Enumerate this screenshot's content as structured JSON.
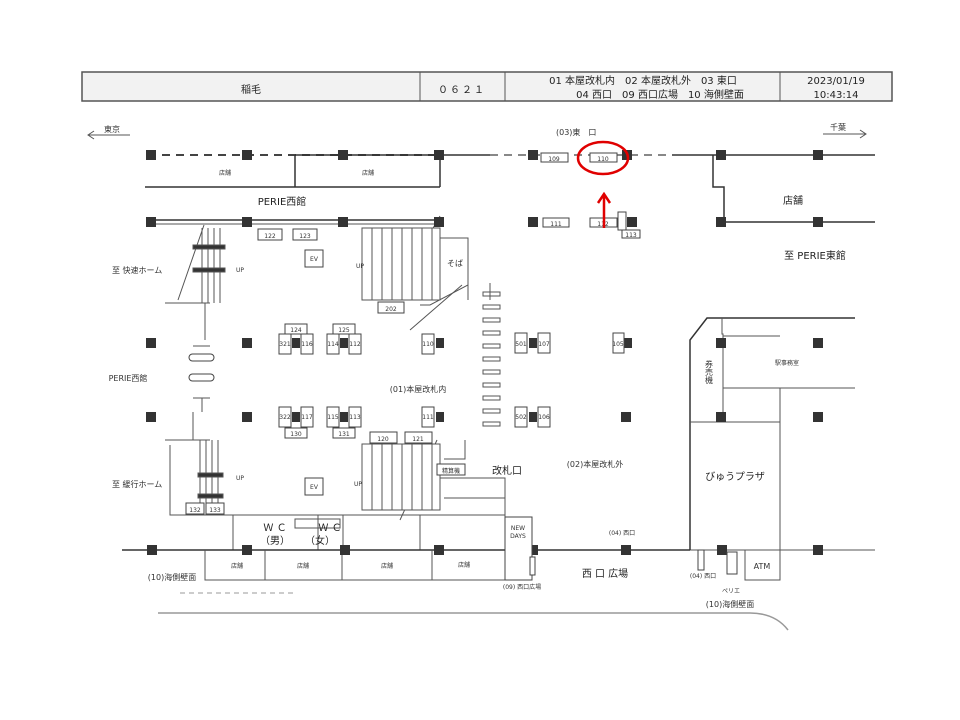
{
  "header": {
    "station": "稲毛",
    "code": "０６２１",
    "legend_line1": "01 本屋改札内　02 本屋改札外　03 東口",
    "legend_line2": "04 西口　09 西口広場　10 海側壁面",
    "date": "2023/01/19",
    "time": "10:43:14"
  },
  "directions": {
    "west": "東京",
    "east": "千葉"
  },
  "labels": {
    "east_exit": "(03)東　口",
    "shop": "店舗",
    "perie_west": "PERIE西館",
    "to_perie_east": "至 PERIE東館",
    "to_rapid": "至 快速ホーム",
    "to_local": "至 緩行ホーム",
    "soba": "そば",
    "ev": "EV",
    "up": "UP",
    "inside_gate": "(01)本屋改札内",
    "outside_gate": "(02)本屋改札外",
    "gate": "改札口",
    "fare_adjust": "精算機",
    "new_days_1": "NEW",
    "new_days_2": "DAYS",
    "wc": "Ｗ Ｃ",
    "male": "（男）",
    "female": "（女）",
    "sea_wall": "(10)海側壁面",
    "west_plaza": "西 口 広場",
    "west_plaza_small": "(09) 西口広場",
    "west_exit_small": "(04) 西口",
    "ticket_machine": "券売機",
    "station_office": "駅事務室",
    "view_plaza": "びゅうプラザ",
    "atm": "ATM",
    "perie_small": "ペリエ"
  },
  "machines": {
    "m109": "109",
    "m110": "110",
    "m111": "111",
    "m112": "112",
    "m113": "113",
    "m122": "122",
    "m123": "123",
    "m202": "202",
    "m124": "124",
    "m125": "125",
    "m321": "321",
    "m116": "116",
    "m114": "114",
    "m112b": "112",
    "m110b": "110",
    "m322": "322",
    "m117": "117",
    "m115": "115",
    "m113b": "113",
    "m130": "130",
    "m131": "131",
    "m111b": "111",
    "m120": "120",
    "m121": "121",
    "m132": "132",
    "m133": "133",
    "m501": "501",
    "m107": "107",
    "m502": "502",
    "m106": "106",
    "m105": "105"
  },
  "highlight": {
    "target": "110",
    "color": "#e00000"
  }
}
